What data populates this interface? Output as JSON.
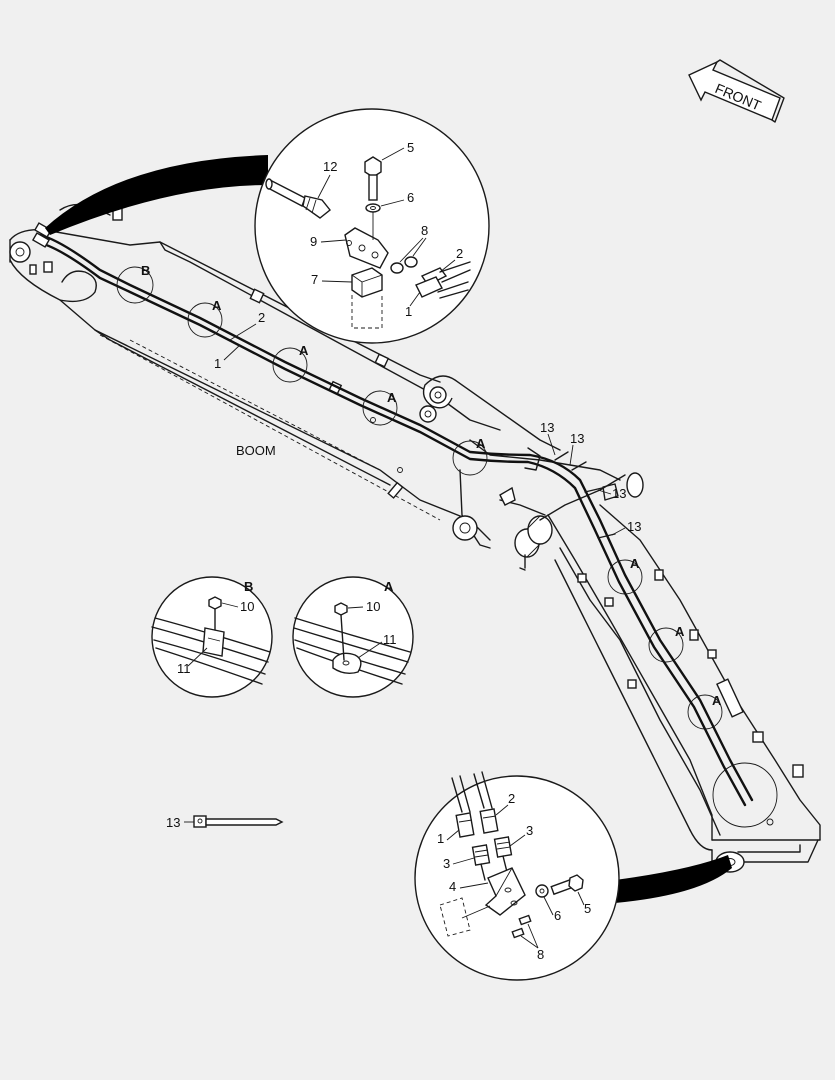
{
  "front_label": "FRONT",
  "boom_label": "BOOM",
  "detail_titles": {
    "a": "A",
    "b": "B"
  },
  "callouts": {
    "b1": "B",
    "a1": "A",
    "a2": "A",
    "a3": "A",
    "a4": "A",
    "a5": "A",
    "a6": "A",
    "a7": "A",
    "n1a": "1",
    "n2a": "2",
    "n13a": "13",
    "n13b": "13",
    "n13c": "13",
    "n13d": "13"
  },
  "top_detail": {
    "n12": "12",
    "n5": "5",
    "n6": "6",
    "n9": "9",
    "n8": "8",
    "n2": "2",
    "n7": "7",
    "n1": "1"
  },
  "detail_b": {
    "n10": "10",
    "n11": "11"
  },
  "detail_a": {
    "n10": "10",
    "n11": "11"
  },
  "tie_label": "13",
  "bottom_detail": {
    "n2": "2",
    "n1": "1",
    "n3a": "3",
    "n3b": "3",
    "n4": "4",
    "n6": "6",
    "n5": "5",
    "n8": "8"
  }
}
